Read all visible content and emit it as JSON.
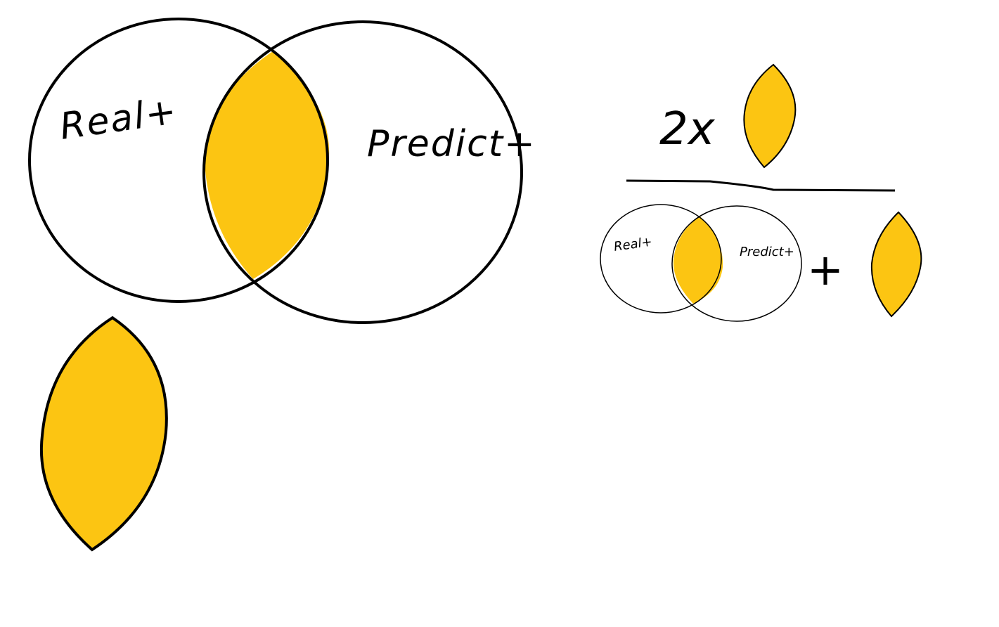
{
  "diagram": {
    "colors": {
      "overlap_fill": "#FCC512",
      "stroke": "#000000",
      "background": "#FFFFFF"
    },
    "main_venn": {
      "left_label": "Real+",
      "right_label": "Predict+"
    },
    "formula": {
      "numerator_coefficient": "2x",
      "plus_sign": "+",
      "small_venn": {
        "left_label": "Real+",
        "right_label": "Predict+"
      }
    }
  }
}
